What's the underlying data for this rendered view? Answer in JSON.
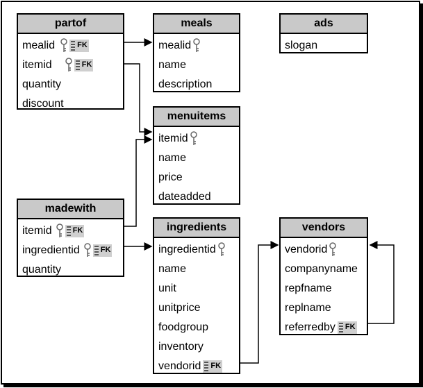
{
  "tables": {
    "partof": {
      "title": "partof",
      "fields": [
        "mealid",
        "itemid",
        "quantity",
        "discount"
      ]
    },
    "meals": {
      "title": "meals",
      "fields": [
        "mealid",
        "name",
        "description"
      ]
    },
    "ads": {
      "title": "ads",
      "fields": [
        "slogan"
      ]
    },
    "menuitems": {
      "title": "menuitems",
      "fields": [
        "itemid",
        "name",
        "price",
        "dateadded"
      ]
    },
    "madewith": {
      "title": "madewith",
      "fields": [
        "itemid",
        "ingredientid",
        "quantity"
      ]
    },
    "ingredients": {
      "title": "ingredients",
      "fields": [
        "ingredientid",
        "name",
        "unit",
        "unitprice",
        "foodgroup",
        "inventory",
        "vendorid"
      ]
    },
    "vendors": {
      "title": "vendors",
      "fields": [
        "vendorid",
        "companyname",
        "repfname",
        "replname",
        "referredby"
      ]
    }
  },
  "fk_label": "FK",
  "colors": {
    "header": "#c9c9c9",
    "line": "#000000",
    "fk_badge": "#cfcfcf"
  }
}
